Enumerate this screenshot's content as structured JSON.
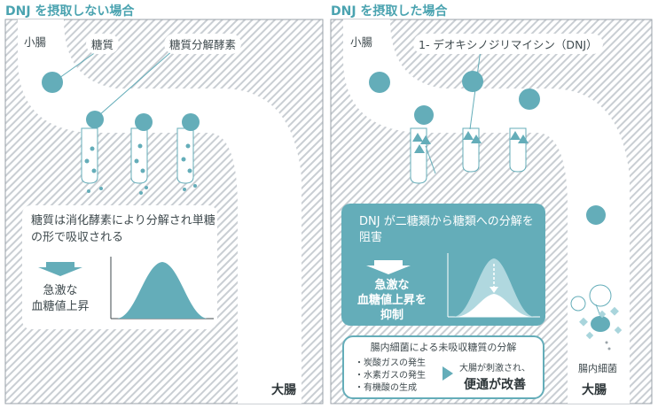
{
  "left_panel": {
    "title": "DNJ を摂取しない場合",
    "small_intestine": "小腸",
    "sugar": "糖質",
    "enzyme": "糖質分解酵素",
    "explain": "糖質は消化酵素により分解され単糖の形で吸収される",
    "result": "急激な\n血糖値上昇",
    "large_intestine": "大腸"
  },
  "right_panel": {
    "title": "DNJ を摂取した場合",
    "small_intestine": "小腸",
    "dnj": "1- デオキシノジリマイシン（DNJ）",
    "explain": "DNJ が二糖類から糖類への分解を阻害",
    "result": "急激な\n血糖値上昇を\n抑制",
    "bacteria": "腸内細菌",
    "large_intestine": "大腸",
    "box_title": "腸内細菌による未吸収糖質の分解",
    "box_items": [
      "・炭酸ガスの発生",
      "・水素ガスの発生",
      "・有機酸の生成"
    ],
    "box_result_top": "大腸が刺激され、",
    "box_result_main": "便通が改善"
  },
  "colors": {
    "teal": "#64adb9",
    "dark_teal": "#4aa3b0",
    "hatch": "#c9ced3",
    "text": "#3f4a4e"
  }
}
